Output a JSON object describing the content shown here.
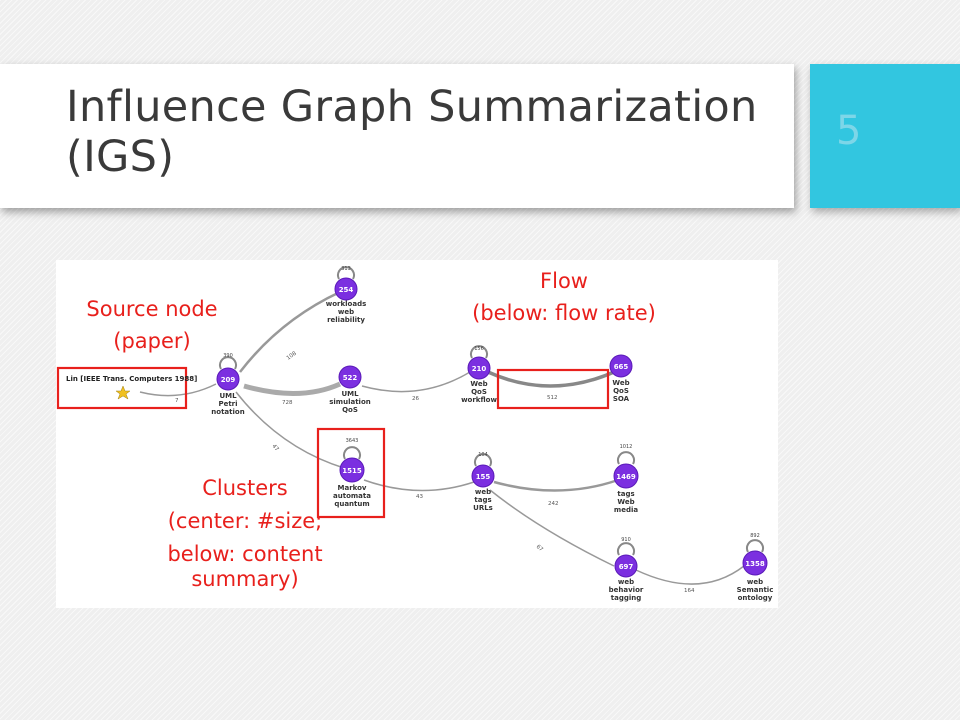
{
  "slide": {
    "title": "Influence Graph Summarization (IGS)",
    "number": "5"
  },
  "annotations": {
    "source_line1": "Source node",
    "source_line2": "(paper)",
    "flow_line1": "Flow",
    "flow_line2": "(below: flow rate)",
    "clusters_line1": "Clusters",
    "clusters_line2": "(center: #size;",
    "clusters_line3": "below: content",
    "clusters_line4": "summary)"
  },
  "graph": {
    "source_node": "Lin [IEEE Trans. Computers 1988]",
    "clusters": [
      {
        "id": "c209",
        "size": "209",
        "above": "390",
        "summary": [
          "UML",
          "Petri",
          "notation"
        ]
      },
      {
        "id": "c254",
        "size": "254",
        "above": "313",
        "summary": [
          "workloads",
          "web",
          "reliability"
        ]
      },
      {
        "id": "c522",
        "size": "522",
        "above": "",
        "summary": [
          "UML",
          "simulation",
          "QoS"
        ]
      },
      {
        "id": "c210",
        "size": "210",
        "above": "156",
        "summary": [
          "Web",
          "QoS",
          "workflow"
        ]
      },
      {
        "id": "c665",
        "size": "665",
        "above": "",
        "summary": [
          "Web",
          "QoS",
          "SOA"
        ]
      },
      {
        "id": "c1515",
        "size": "1515",
        "above": "3643",
        "summary": [
          "Markov",
          "automata",
          "quantum"
        ]
      },
      {
        "id": "c155",
        "size": "155",
        "above": "104",
        "summary": [
          "web",
          "tags",
          "URLs"
        ]
      },
      {
        "id": "c1469",
        "size": "1469",
        "above": "1012",
        "summary": [
          "tags",
          "Web",
          "media"
        ]
      },
      {
        "id": "c697",
        "size": "697",
        "above": "910",
        "summary": [
          "web",
          "behavior",
          "tagging"
        ]
      },
      {
        "id": "c1358",
        "size": "1358",
        "above": "892",
        "summary": [
          "web",
          "Semantic",
          "ontology"
        ]
      }
    ],
    "flows": [
      {
        "id": "f-src-209",
        "rate": "7"
      },
      {
        "id": "f-209-254",
        "rate": "108"
      },
      {
        "id": "f-209-522",
        "rate": "728"
      },
      {
        "id": "f-522-210",
        "rate": "26"
      },
      {
        "id": "f-210-665",
        "rate": "512"
      },
      {
        "id": "f-209-1515",
        "rate": "47"
      },
      {
        "id": "f-1515-155",
        "rate": "43"
      },
      {
        "id": "f-155-1469",
        "rate": "242"
      },
      {
        "id": "f-155-697",
        "rate": "67"
      },
      {
        "id": "f-697-1358",
        "rate": "164"
      }
    ]
  },
  "colors": {
    "accent": "#32c6e0",
    "node": "#7b2fe0",
    "highlight": "#e8201c"
  }
}
